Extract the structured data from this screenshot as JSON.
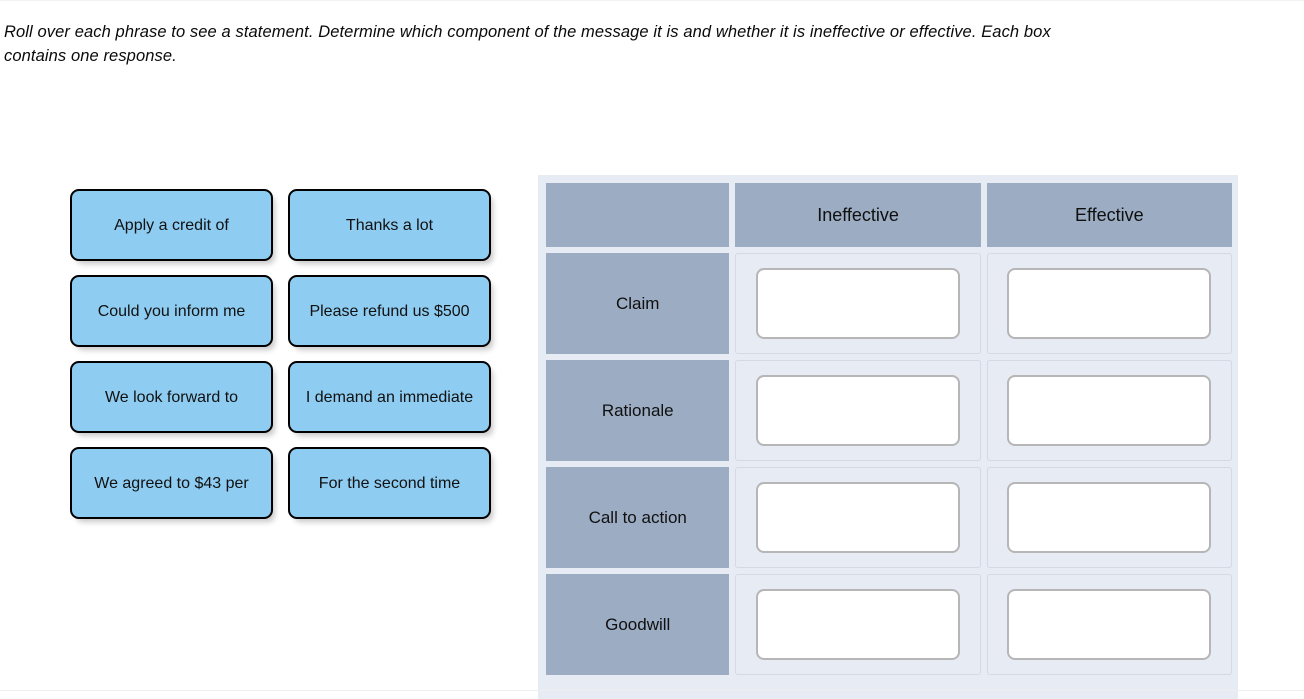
{
  "instructions": {
    "text": "Roll over each phrase to see a statement. Determine which component of the message it is and whether it is ineffective or effective. Each box contains one response."
  },
  "phrase_tiles": {
    "rows": [
      [
        {
          "label": "Apply a credit of"
        },
        {
          "label": "Thanks a lot"
        }
      ],
      [
        {
          "label": "Could you inform me"
        },
        {
          "label": "Please refund us $500"
        }
      ],
      [
        {
          "label": "We look forward to"
        },
        {
          "label": "I demand an immediate"
        }
      ],
      [
        {
          "label": "We agreed to $43 per"
        },
        {
          "label": "For the second time"
        }
      ]
    ]
  },
  "matrix": {
    "corner_label": "",
    "columns": [
      "Ineffective",
      "Effective"
    ],
    "rows": [
      {
        "label": "Claim",
        "cells": [
          "",
          ""
        ]
      },
      {
        "label": "Rationale",
        "cells": [
          "",
          ""
        ]
      },
      {
        "label": "Call to action",
        "cells": [
          "",
          ""
        ]
      },
      {
        "label": "Goodwill",
        "cells": [
          "",
          ""
        ]
      }
    ]
  },
  "colors": {
    "tile_fill": "#8ECCF1",
    "tile_border": "#000000",
    "header_fill": "#9BACC3",
    "matrix_bg": "#E7EBF3",
    "dropbox_fill": "#FFFFFF",
    "dropbox_border": "#B6B6B6",
    "page_bg": "#FFFFFF"
  }
}
